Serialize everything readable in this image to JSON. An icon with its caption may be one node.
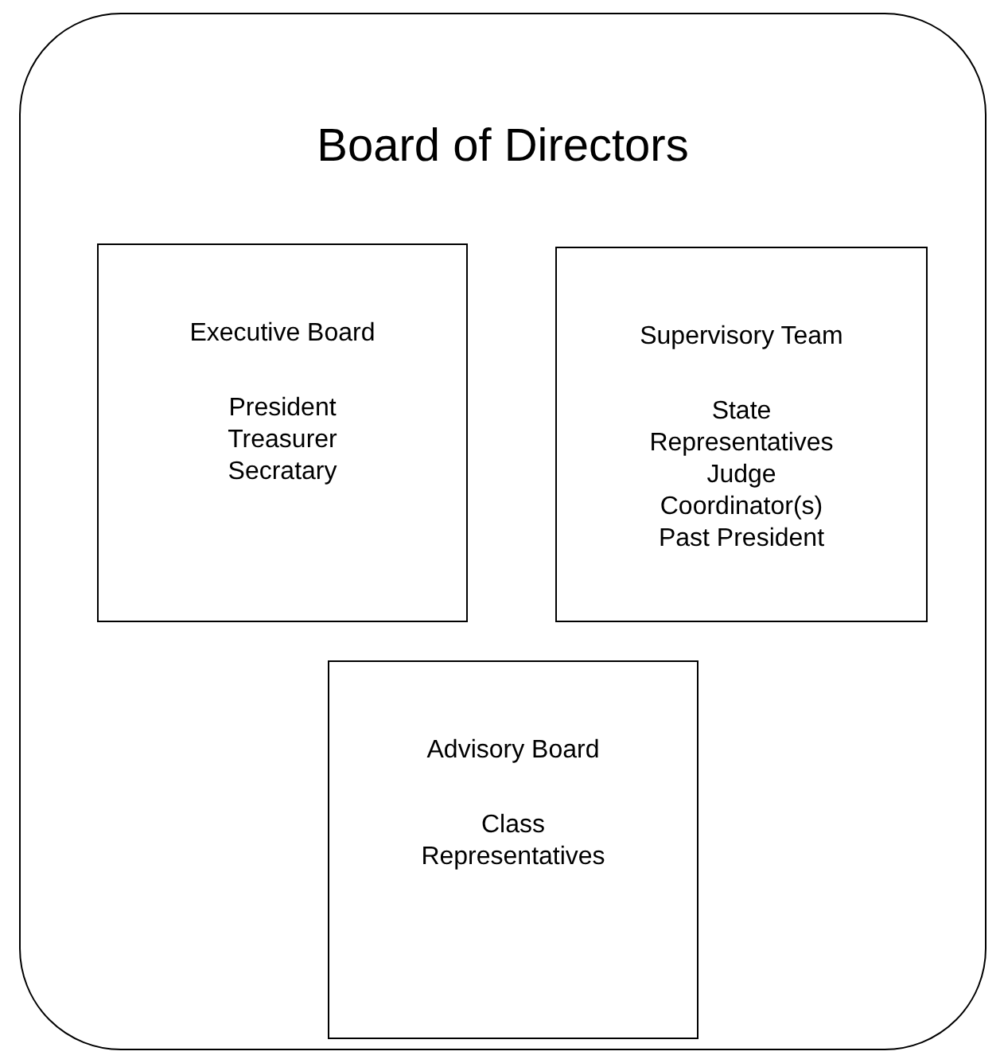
{
  "diagram": {
    "nodes": [
      {
        "text": [
          "Board of Directors"
        ]
      },
      {
        "text": [
          "Executive Board",
          "President Treasurer Secratary"
        ],
        "in": 0
      },
      {
        "text": [
          "Supervisory Team",
          "State Representatives Judge Coordinator(s) Past President"
        ],
        "in": 0
      },
      {
        "text": [
          "Advisory Board",
          "Class Representatives"
        ],
        "in": 0
      }
    ]
  }
}
